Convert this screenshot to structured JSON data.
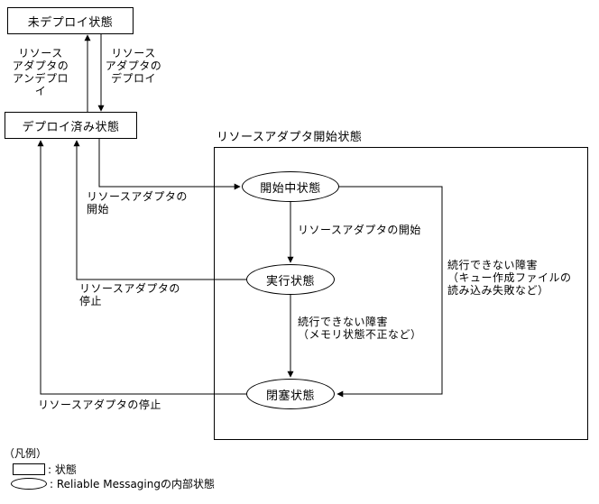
{
  "states": {
    "undeployed": "未デプロイ状態",
    "deployed": "デプロイ済み状態",
    "starting": "開始中状態",
    "running": "実行状態",
    "blocked": "閉塞状態"
  },
  "container": {
    "title": "リソースアダプタ開始状態"
  },
  "labels": {
    "undeploy": "リソース\nアダプタの\nアンデプロ\nイ",
    "deploy": "リソース\nアダプタの\nデプロイ",
    "start_from_deployed": "リソースアダプタの\n開始",
    "start_to_running": "リソースアダプタの開始",
    "stop_from_running": "リソースアダプタの\n停止",
    "failure_memory": "続行できない障害\n（メモリ状態不正など）",
    "failure_queue": "続行できない障害\n（キュー作成ファイルの\n読み込み失敗など）",
    "stop_from_blocked": "リソースアダプタの停止"
  },
  "legend": {
    "title": "（凡例）",
    "state": ": 状態",
    "internal_state": ": Reliable Messagingの内部状態"
  },
  "colors": {
    "line": "#000000",
    "background": "#ffffff",
    "text": "#000000"
  }
}
